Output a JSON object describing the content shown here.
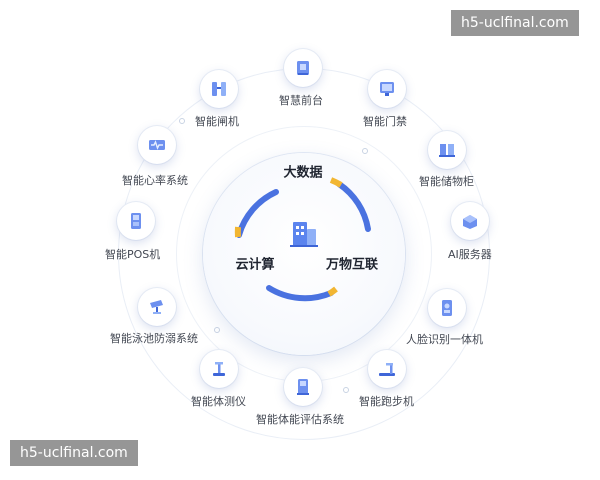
{
  "diagram": {
    "core": {
      "labels": {
        "big_data": "大数据",
        "cloud": "云计算",
        "iot": "万物互联"
      },
      "colors": {
        "arc_blue": "#4a72e0",
        "arc_yellow": "#f2b632",
        "building": "#5b84ee"
      }
    },
    "nodes": [
      {
        "label": "智慧前台",
        "icon": "front-desk-icon"
      },
      {
        "label": "智能门禁",
        "icon": "access-gate-icon"
      },
      {
        "label": "智能储物柜",
        "icon": "locker-icon"
      },
      {
        "label": "AI服务器",
        "icon": "ai-server-icon"
      },
      {
        "label": "人脸识别一体机",
        "icon": "face-recognition-icon"
      },
      {
        "label": "智能跑步机",
        "icon": "treadmill-icon"
      },
      {
        "label": "智能体能评估系统",
        "icon": "fitness-assessment-icon"
      },
      {
        "label": "智能体测仪",
        "icon": "body-tester-icon"
      },
      {
        "label": "智能泳池防溺系统",
        "icon": "pool-camera-icon"
      },
      {
        "label": "智能POS机",
        "icon": "pos-machine-icon"
      },
      {
        "label": "智能心率系统",
        "icon": "heart-rate-monitor-icon"
      },
      {
        "label": "智能闸机",
        "icon": "turnstile-icon"
      }
    ]
  },
  "watermarks": {
    "top": "h5-uclfinal.com",
    "bottom": "h5-uclfinal.com"
  }
}
